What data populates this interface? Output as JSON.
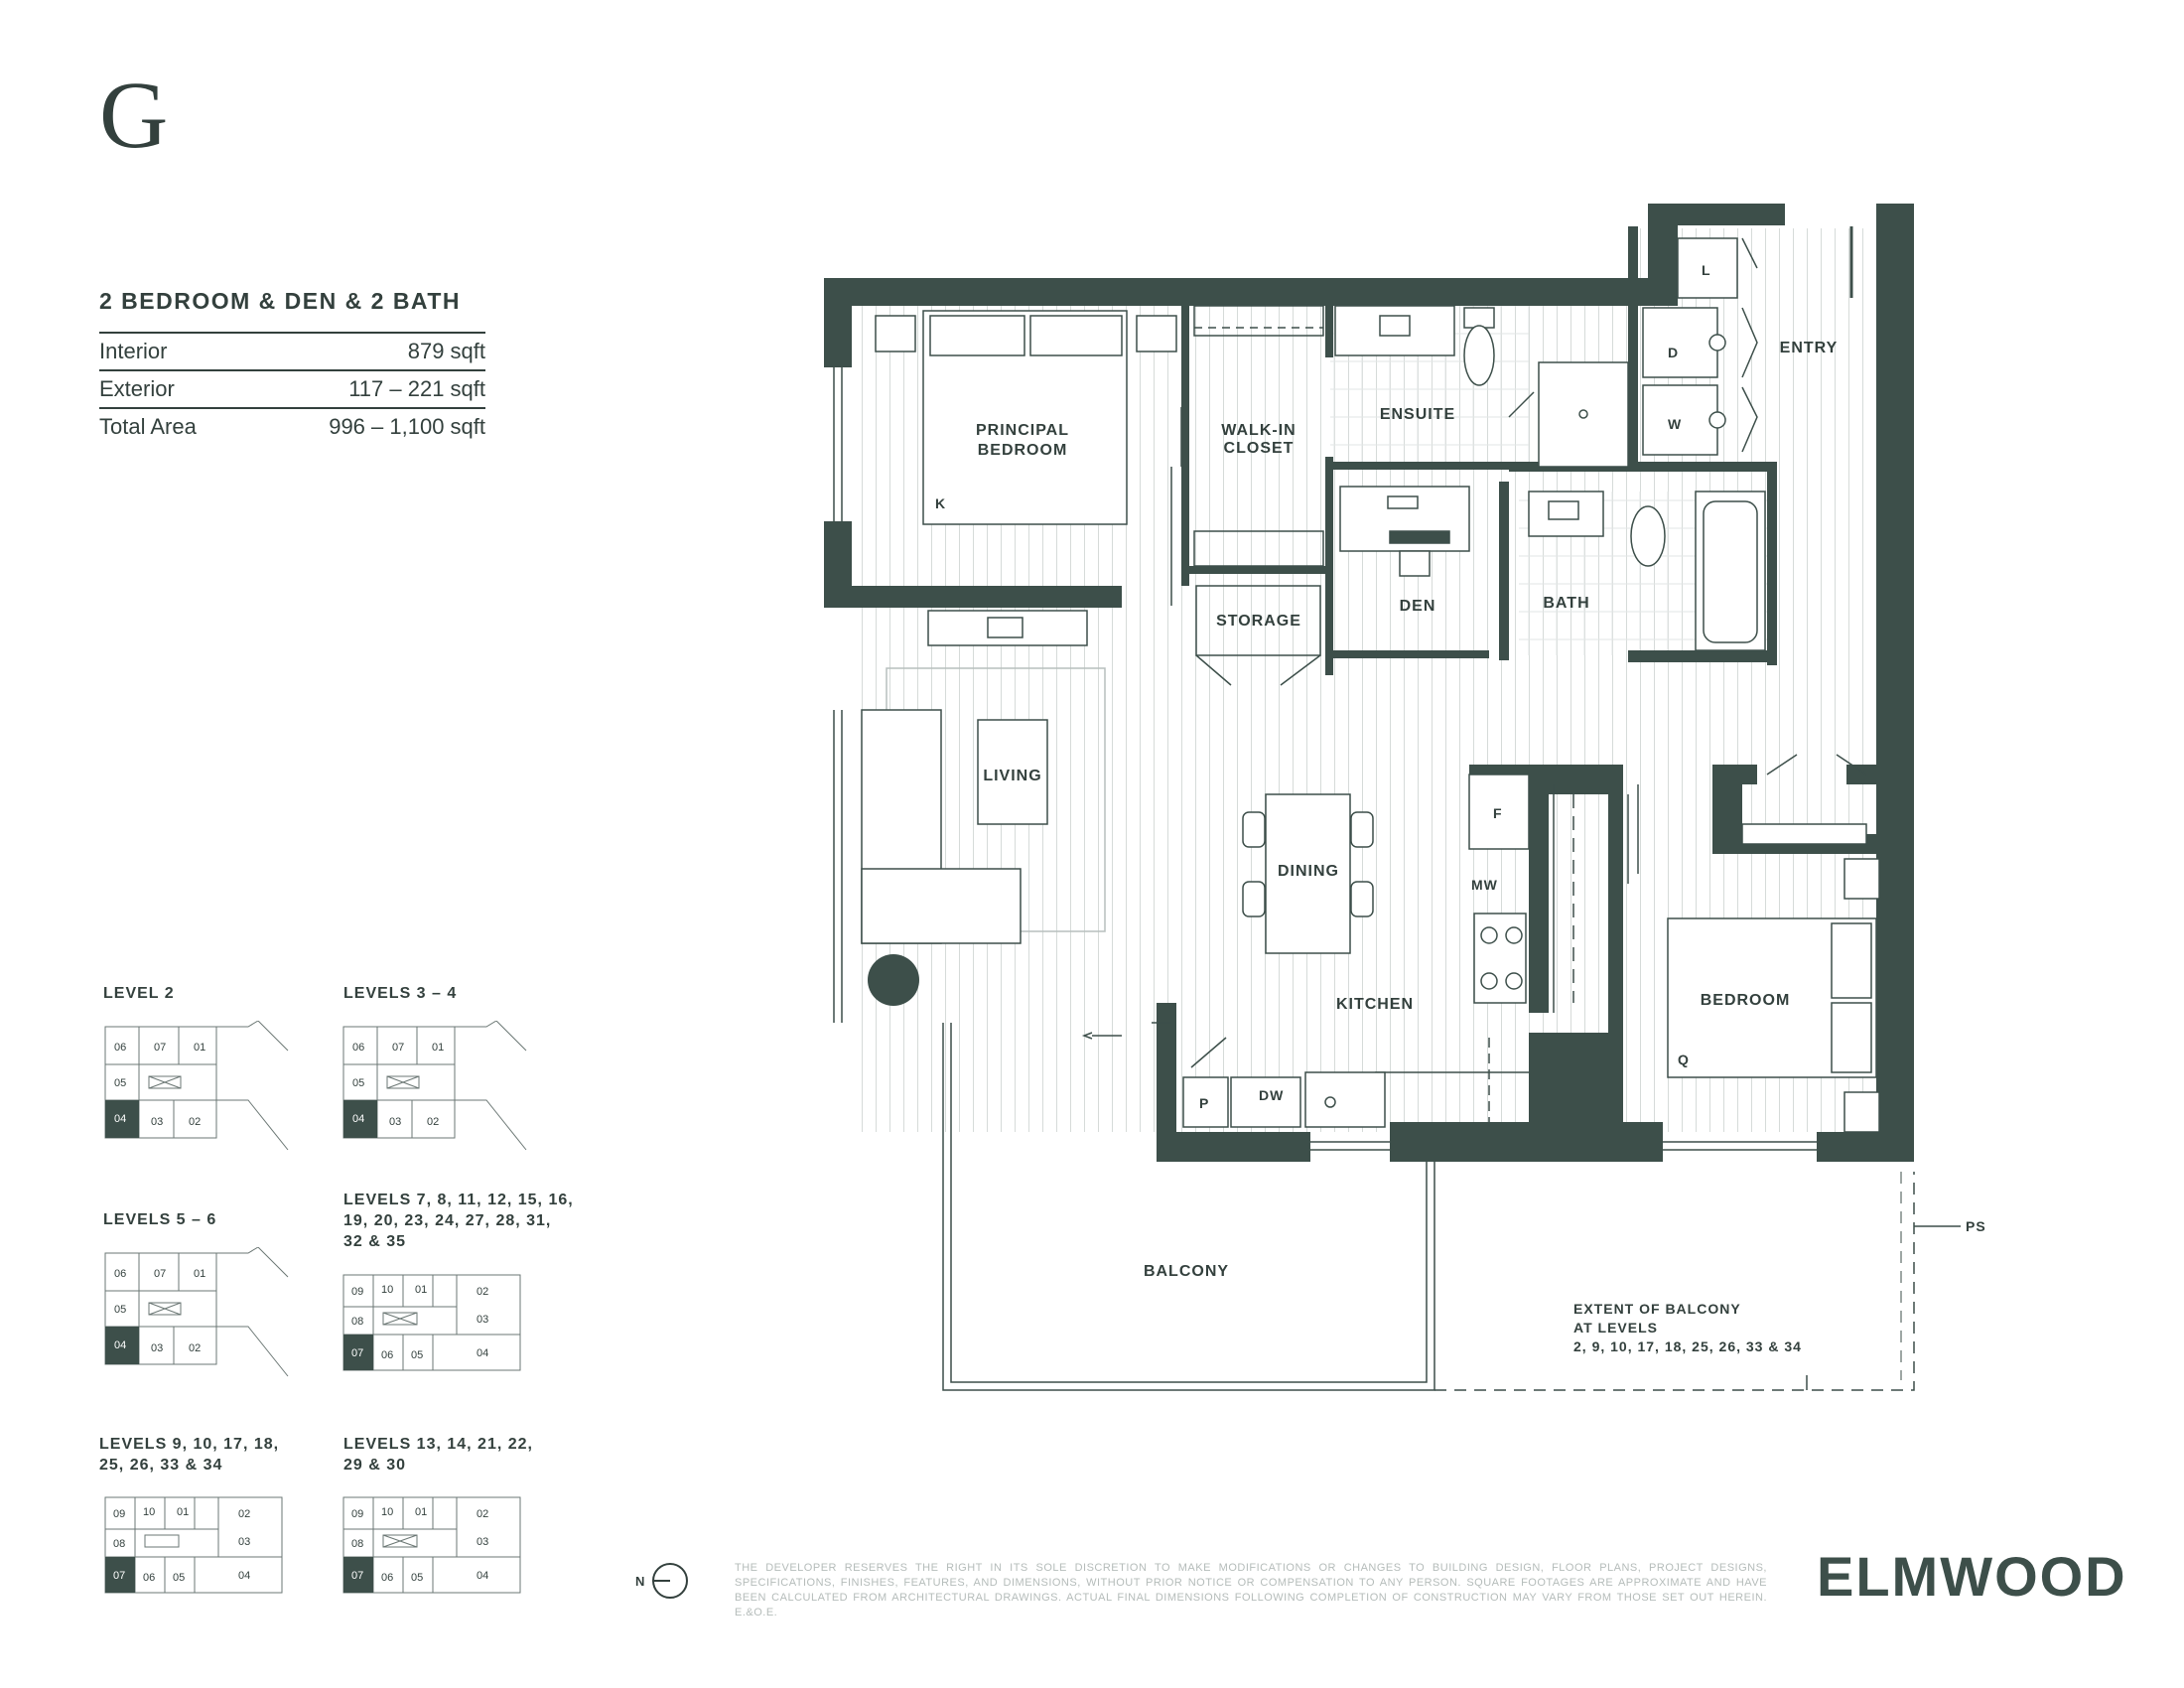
{
  "plan_letter": "G",
  "unit_type": "2 BEDROOM & DEN & 2 BATH",
  "areas": [
    {
      "label": "Interior",
      "value": "879 sqft"
    },
    {
      "label": "Exterior",
      "value": "117 – 221 sqft"
    },
    {
      "label": "Total Area",
      "value": "996 – 1,100 sqft"
    }
  ],
  "rooms": {
    "principal_bedroom": [
      "PRINCIPAL",
      "BEDROOM"
    ],
    "walk_in_closet": [
      "WALK-IN",
      "CLOSET"
    ],
    "ensuite": "ENSUITE",
    "entry": "ENTRY",
    "storage": "STORAGE",
    "den": "DEN",
    "bath": "BATH",
    "living": "LIVING",
    "dining": "DINING",
    "kitchen": "KITCHEN",
    "bedroom": "BEDROOM",
    "balcony": "BALCONY"
  },
  "fixtures": {
    "principal_bed": "K",
    "bedroom_bed": "Q",
    "linen": "L",
    "dryer": "D",
    "washer": "W",
    "fridge": "F",
    "microwave": "MW",
    "pantry": "P",
    "dishwasher": "DW",
    "ps": "PS"
  },
  "balcony_note": [
    "EXTENT OF BALCONY",
    "AT LEVELS",
    "2, 9, 10, 17, 18, 25, 26, 33 & 34"
  ],
  "key_plans": [
    {
      "label": [
        "LEVEL 2"
      ],
      "cells": [
        "06",
        "07",
        "01",
        "05",
        "04",
        "03",
        "02"
      ]
    },
    {
      "label": [
        "LEVELS 3 – 4"
      ],
      "cells": [
        "06",
        "07",
        "01",
        "05",
        "04",
        "03",
        "02"
      ]
    },
    {
      "label": [
        "LEVELS 5 – 6"
      ],
      "cells": [
        "06",
        "07",
        "01",
        "05",
        "04",
        "03",
        "02"
      ]
    },
    {
      "label": [
        "LEVELS 7, 8, 11, 12, 15, 16,",
        "19, 20, 23, 24, 27, 28, 31,",
        "32 & 35"
      ],
      "cells": [
        "09",
        "10",
        "01",
        "02",
        "08",
        "03",
        "07",
        "06",
        "05",
        "04"
      ]
    },
    {
      "label": [
        "LEVELS 9, 10, 17, 18,",
        "25, 26, 33 & 34"
      ],
      "cells": [
        "09",
        "10",
        "01",
        "02",
        "08",
        "03",
        "07",
        "06",
        "05",
        "04"
      ]
    },
    {
      "label": [
        "LEVELS 13, 14, 21, 22,",
        "29 & 30"
      ],
      "cells": [
        "09",
        "10",
        "01",
        "02",
        "08",
        "03",
        "07",
        "06",
        "05",
        "04"
      ]
    }
  ],
  "north_label": "N",
  "disclaimer": "The developer reserves the right in its sole discretion to make modifications or changes to building design, floor plans, project designs, specifications, finishes, features, and dimensions, without prior notice or compensation to any person. Square footages are approximate and have been calculated from architectural drawings. Actual final dimensions following completion of construction may vary from those set out herein. E.&O.E.",
  "brand": "ELMWOOD",
  "colors": {
    "wall": "#3d4f4a",
    "text": "#33403d",
    "highlight": "#3d4f4a",
    "floor_line": "#d6dbd9"
  }
}
